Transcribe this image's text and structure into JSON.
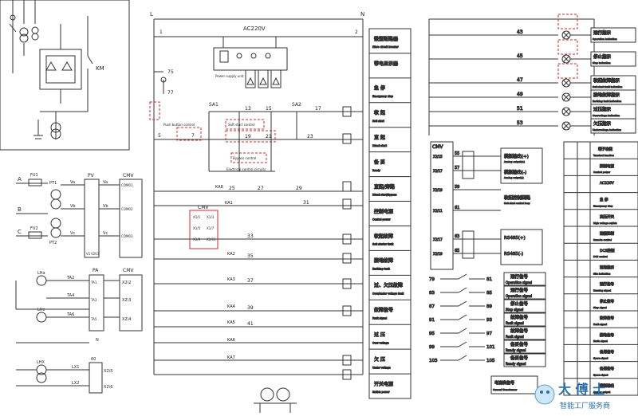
{
  "bus": {
    "title": "AC220V",
    "left_rail": "L",
    "right_rail": "N",
    "top_nums": [
      "1",
      "2"
    ],
    "left_wire_nums": [
      "75",
      "77",
      "5",
      "7"
    ],
    "sa_labels": [
      "SA1",
      "SA2"
    ],
    "small_notes": [
      "Power supply unit",
      "Push button control",
      "Soft start control",
      "Bypass control",
      "Electrical control circuits"
    ]
  },
  "control_panel": {
    "items": [
      {
        "cn": "微型断路器",
        "en": "Micro circuit breaker"
      },
      {
        "cn": "带电显示器",
        "en": ""
      },
      {
        "cn": "急 停",
        "en": "Emergency stop"
      },
      {
        "cn": "软 起",
        "en": "Soft start"
      },
      {
        "cn": "直 起",
        "en": "Direct start"
      },
      {
        "cn": "备 妥",
        "en": "Ready"
      },
      {
        "cn": "直起/旁路",
        "en": "Direct start/Bypass"
      },
      {
        "cn": "控制电源",
        "en": "Control power"
      },
      {
        "cn": "软起故障",
        "en": "Soft starter fault"
      },
      {
        "cn": "接地故障",
        "en": "Earthing fault"
      },
      {
        "cn": "过、欠压故障",
        "en": "Over/under voltage fault"
      },
      {
        "cn": "故障信号",
        "en": "Fault signal"
      },
      {
        "cn": "过 压",
        "en": "Over voltage"
      },
      {
        "cn": "欠 压",
        "en": "Under voltage"
      },
      {
        "cn": "开关电源",
        "en": "Switch power"
      }
    ]
  },
  "circuit_nums": [
    "13",
    "15",
    "17",
    "19",
    "21",
    "23",
    "25",
    "27",
    "29",
    "31",
    "33",
    "35",
    "37",
    "39",
    "41"
  ],
  "ka_labels": [
    "KA1",
    "KA2",
    "KA3",
    "KA4",
    "KA5",
    "KA6",
    "KA7",
    "KA8"
  ],
  "cmv_block": {
    "title": "CMV",
    "pins": [
      "X1/1",
      "X1/3",
      "X1/5",
      "X1/7",
      "X1/9",
      "X1/11"
    ]
  },
  "indicators": {
    "nums": [
      "43",
      "45",
      "47",
      "49",
      "51",
      "53"
    ],
    "items": [
      {
        "cn": "运行指示",
        "en": "Operation indication"
      },
      {
        "cn": "停止指示",
        "en": "Stop indication"
      },
      {
        "cn": "软起故障指示",
        "en": "Soft start fault indication"
      },
      {
        "cn": "接地故障指示",
        "en": "Earthing fault indication"
      },
      {
        "cn": "过压指示",
        "en": "Overvoltage indication"
      },
      {
        "cn": "欠压指示",
        "en": "Undervoltage indication"
      }
    ]
  },
  "analog": {
    "title": "CMV",
    "pins": [
      "X2/15",
      "X2/17",
      "X2/19",
      "X2/11",
      "X2/17",
      "X2/19"
    ],
    "wire_nums": [
      "55",
      "57",
      "59",
      "61",
      "63",
      "65"
    ],
    "items": [
      {
        "cn": "模拟输出(+)",
        "en": "Analog output(+)"
      },
      {
        "cn": "模拟输出(-)",
        "en": "Analog output(-)"
      },
      {
        "cn": "软起控制回路",
        "en": "Soft start control loop"
      },
      {
        "cn": "RS485(+)",
        "en": ""
      },
      {
        "cn": "RS485(-)",
        "en": ""
      }
    ]
  },
  "signals": {
    "left_nums": [
      "79",
      "83",
      "87",
      "91",
      "95",
      "99",
      "103"
    ],
    "right_nums": [
      "81",
      "85",
      "89",
      "93",
      "97",
      "101",
      "105"
    ],
    "items": [
      {
        "cn": "运行信号",
        "en": "Operation signal"
      },
      {
        "cn": "运行信号",
        "en": "Operation signal"
      },
      {
        "cn": "停止信号",
        "en": "Stop signal"
      },
      {
        "cn": "故障信号",
        "en": "Fault signal"
      },
      {
        "cn": "故障信号",
        "en": "Fault signal"
      },
      {
        "cn": "备妥信号",
        "en": "Ready signal"
      },
      {
        "cn": "备妥信号",
        "en": "Ready signal"
      }
    ],
    "footer": {
      "cn": "电流表信号",
      "en": "Current Transformer"
    }
  },
  "terminal_table": {
    "header": {
      "cn": "端子功能",
      "en": "Terminal function"
    },
    "rows": [
      {
        "cn": "控制电源",
        "en": "Control power"
      },
      {
        "cn": "AC220V",
        "en": ""
      },
      {
        "cn": "急 停",
        "en": "Emergency stop"
      },
      {
        "cn": "高压开关",
        "en": "High voltage switch"
      },
      {
        "cn": "远程控制",
        "en": "Remote control"
      },
      {
        "cn": "DCS控制",
        "en": "DCS control"
      },
      {
        "cn": "现场指示",
        "en": "Site indication"
      },
      {
        "cn": "运行信号",
        "en": "Running signal"
      },
      {
        "cn": "停止信号",
        "en": "Stop signal"
      },
      {
        "cn": "故障信号",
        "en": "Fault signal"
      },
      {
        "cn": "接地信号",
        "en": "Earth signal"
      },
      {
        "cn": "备用信号",
        "en": "Spare signal"
      },
      {
        "cn": "备用信号",
        "en": "Spare signal"
      },
      {
        "cn": "模拟输出",
        "en": "Analog output"
      }
    ]
  },
  "pv_block": {
    "phases": [
      "A",
      "B",
      "C"
    ],
    "fuses": [
      "FU1",
      "FU2"
    ],
    "pts": [
      "PT1",
      "PT2"
    ],
    "title": "PV",
    "terminals": [
      "Va",
      "Vb",
      "Vc"
    ],
    "cmv_title": "CMV",
    "cmv_pins": [
      "COM01",
      "COM02",
      "COM03"
    ],
    "mid_labels": [
      "Va",
      "Vb",
      "Vc"
    ],
    "bottom_labels": [
      "V1",
      "V2",
      "V3"
    ]
  },
  "pa_block": {
    "cts": [
      "LHa",
      "LHc"
    ],
    "wires": [
      "TA2",
      "TA4",
      "TA6"
    ],
    "title": "PA",
    "inner": [
      "TA1",
      "TA3",
      "TA5"
    ],
    "cmv_title": "CMV",
    "cmv_pins": [
      "X2\\2",
      "X2\\3",
      "X2\\4"
    ],
    "bottom": "N"
  },
  "lx_block": {
    "ct": "LHX",
    "labels": [
      "LX1",
      "LX2"
    ],
    "relay": "60",
    "pins": [
      "X2\\5",
      "X2\\6"
    ]
  },
  "motor": {
    "label": "KM"
  },
  "watermark": {
    "cn": "大 傅 士",
    "tag": "智能工厂服务商"
  }
}
